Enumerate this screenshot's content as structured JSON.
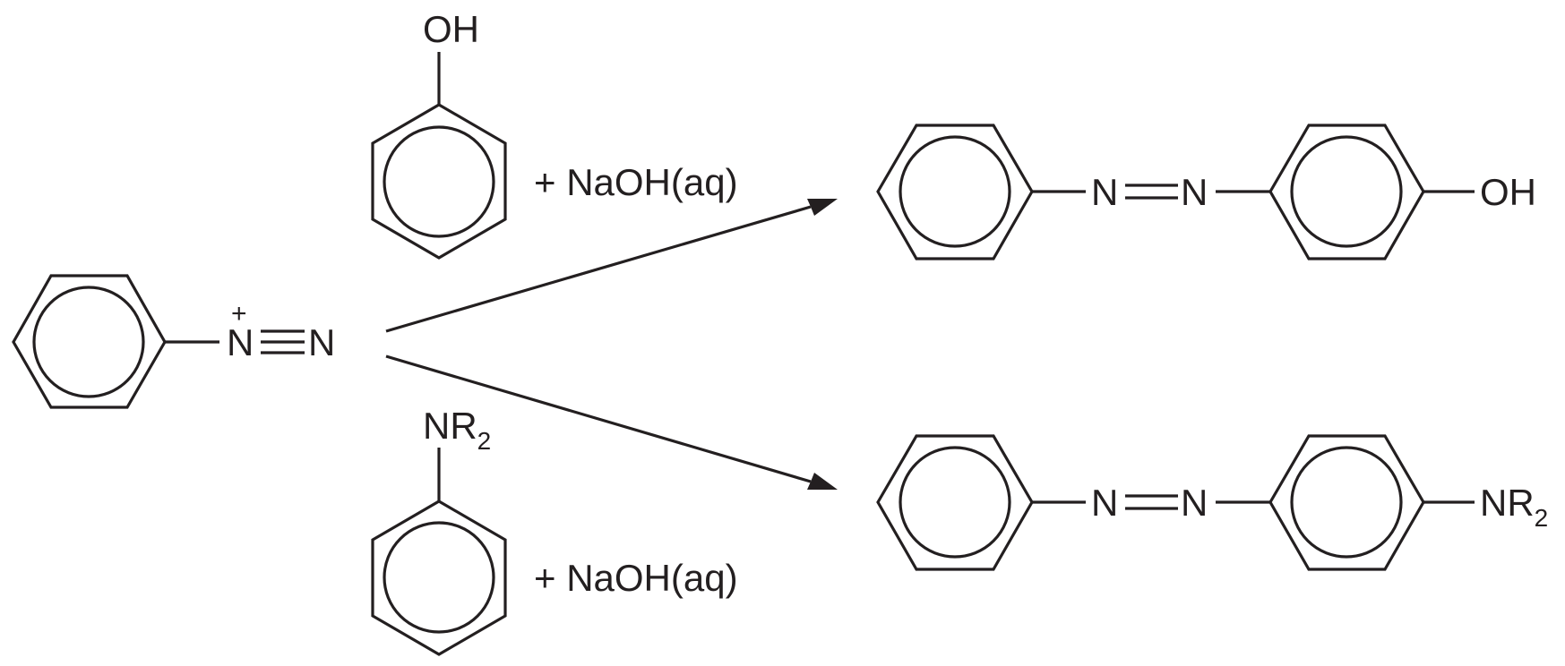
{
  "diagram": {
    "reactant": {
      "charge": "+",
      "n1": "N",
      "n2": "N"
    },
    "reagent_top": {
      "substituent": "OH",
      "conditions": "+ NaOH(aq)"
    },
    "reagent_bottom": {
      "substituent_main": "NR",
      "substituent_sub": "2",
      "conditions": "+ NaOH(aq)"
    },
    "product_top": {
      "n1": "N",
      "n2": "N",
      "substituent": "OH"
    },
    "product_bottom": {
      "n1": "N",
      "n2": "N",
      "substituent_main": "NR",
      "substituent_sub": "2"
    }
  },
  "colors": {
    "ink": "#231f20",
    "background": "#ffffff"
  }
}
